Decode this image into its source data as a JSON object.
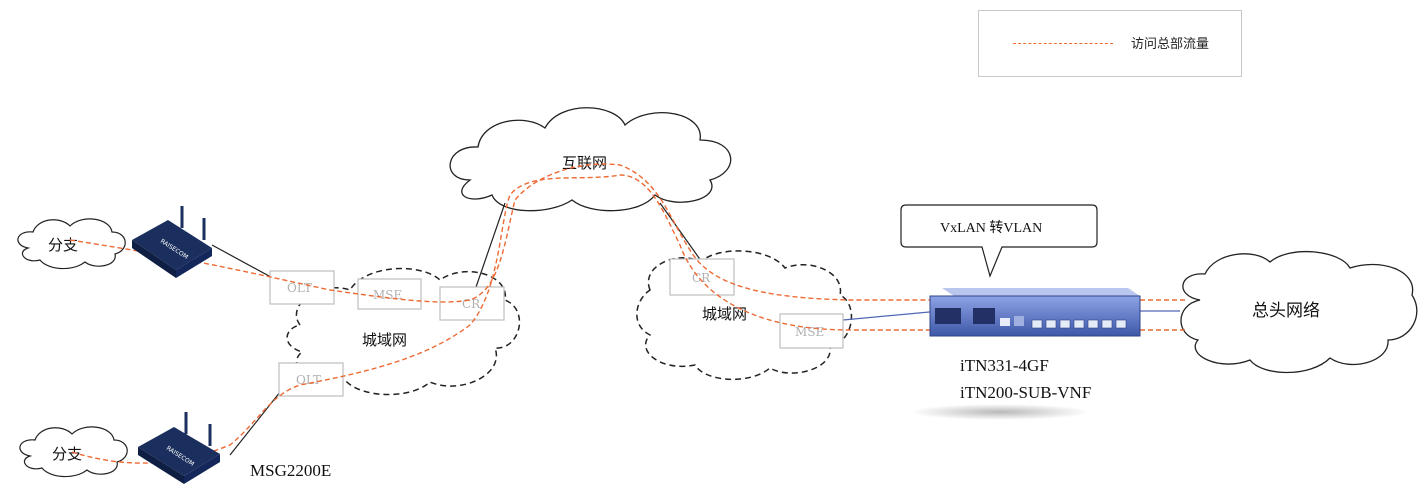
{
  "legend": {
    "label": "访问总部流量",
    "line_color": "#ee6a35"
  },
  "clouds": {
    "internet": "互联网",
    "metro_left": "城域网",
    "metro_right": "城域网",
    "branch_top": "分支",
    "branch_bottom": "分支",
    "hq": "总头网络"
  },
  "boxes": {
    "olt_top": "OLT",
    "mse_left": "MSE",
    "cr_left": "CR",
    "olt_bottom": "OLT",
    "cr_right": "CR",
    "mse_right": "MSE"
  },
  "callout": "VxLAN 转VLAN",
  "device_right": {
    "line1": "iTN331-4GF",
    "line2": "iTN200-SUB-VNF"
  },
  "device_left": {
    "label": "MSG2200E",
    "brand": "RAISECOM"
  },
  "colors": {
    "traffic": "#ee6a35",
    "router": "#1b2f5e",
    "switch": "#4f68b5",
    "box_border": "#bdbdbd"
  }
}
